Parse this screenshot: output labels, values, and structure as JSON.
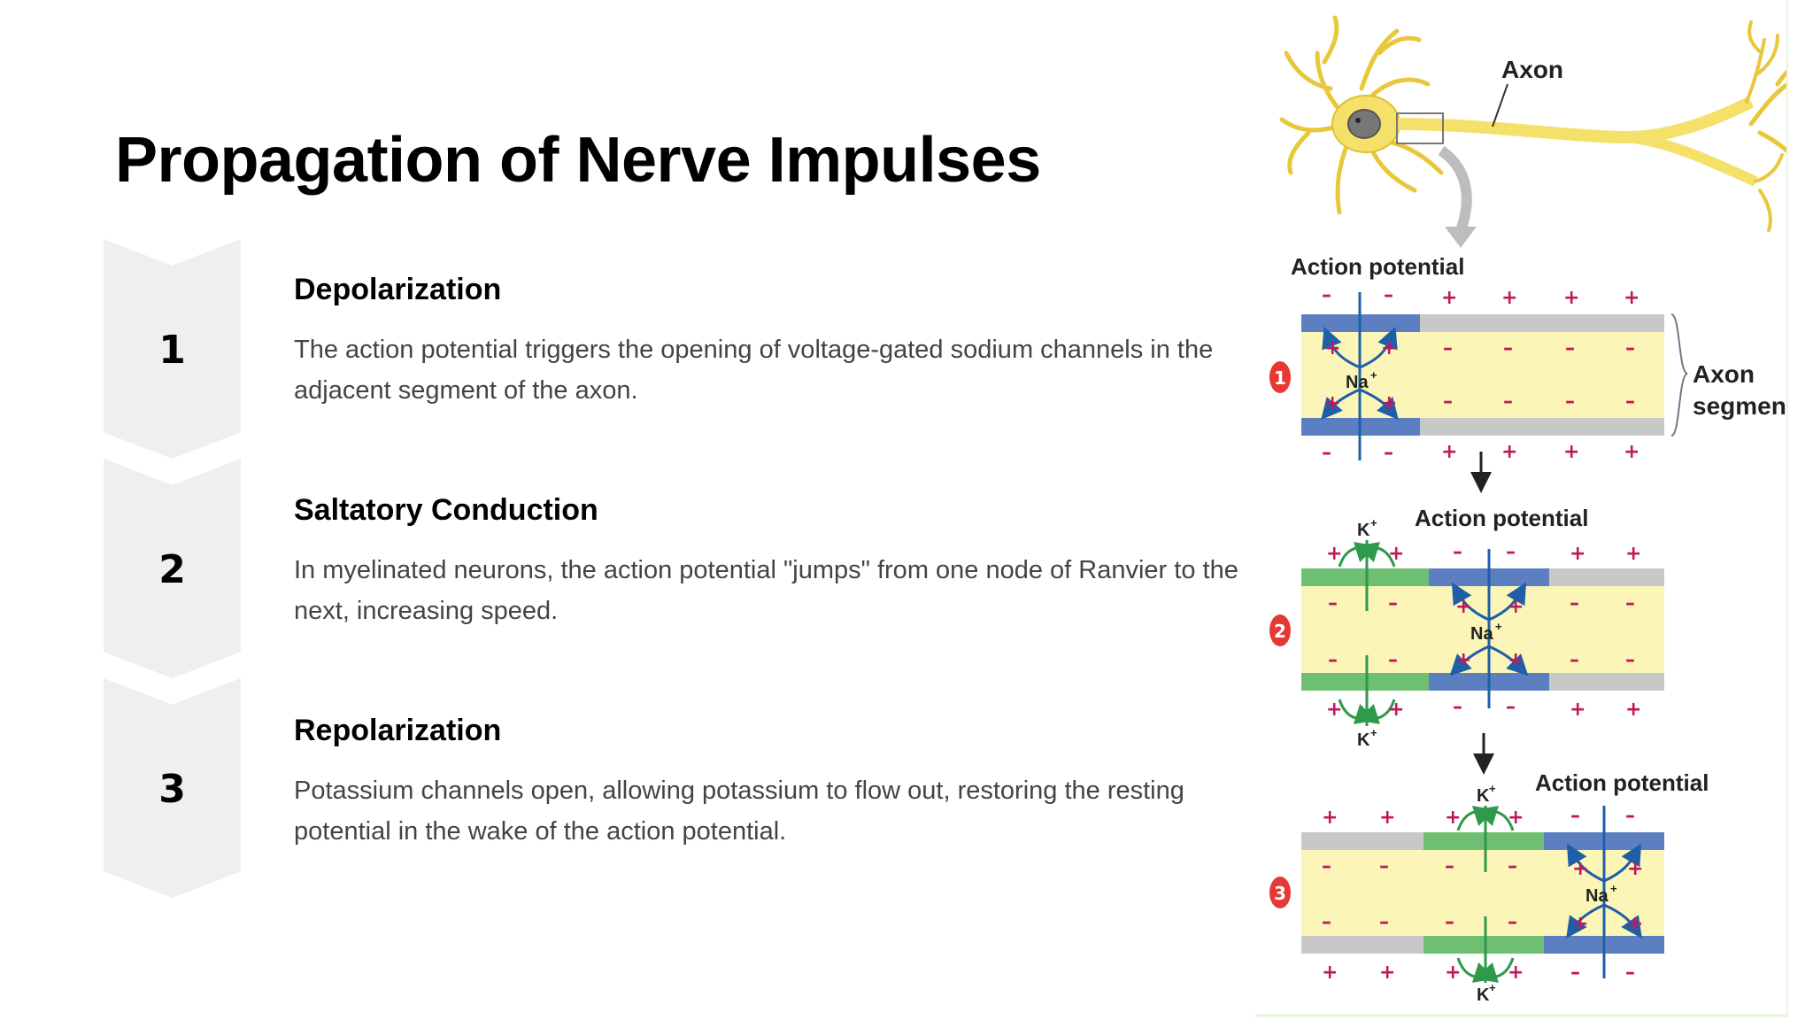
{
  "title": "Propagation of Nerve Impulses",
  "steps": [
    {
      "number": "1",
      "title": "Depolarization",
      "description": "The action potential triggers the opening of voltage-gated sodium channels in the adjacent segment of the axon."
    },
    {
      "number": "2",
      "title": "Saltatory Conduction",
      "description": "In myelinated neurons, the action potential \"jumps\" from one node of Ranvier to the next, increasing speed."
    },
    {
      "number": "3",
      "title": "Repolarization",
      "description": "Potassium channels open, allowing potassium to flow out, restoring the resting potential in the wake of the action potential."
    }
  ],
  "diagram": {
    "axon_label": "Axon",
    "action_potential_label": "Action potential",
    "axon_segment_label_1": "Axon",
    "axon_segment_label_2": "segment",
    "na_label": "Na",
    "k_label": "K",
    "ion_charge": "+",
    "stage_numbers": [
      "1",
      "2",
      "3"
    ],
    "colors": {
      "neuron": "#f5e06a",
      "axoplasm": "#fbf6b8",
      "depolarized": "#5b7fc1",
      "repolarized": "#6fbf73",
      "resting": "#c8c8c8",
      "charge": "#c2185b",
      "stage_badge": "#e53935",
      "na_arrow": "#1f5fa8",
      "k_arrow": "#2e9a4a"
    }
  }
}
